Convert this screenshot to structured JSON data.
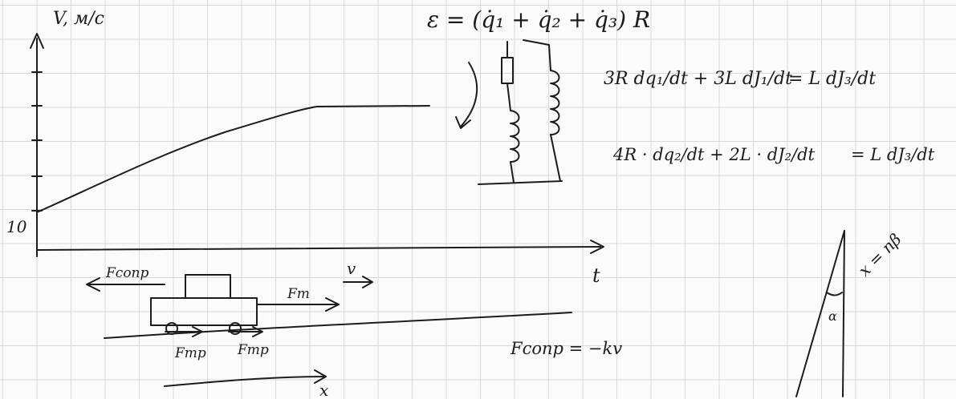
{
  "graph": {
    "y_axis_label": "V, м/с",
    "y_tick_label": "10",
    "x_axis_label": "t"
  },
  "cart": {
    "f_resist_label": "Fсопр",
    "velocity_label": "v",
    "f_traction_label": "Fт",
    "f_friction_label_1": "Fтр",
    "f_friction_label_2": "Fтр",
    "x_axis_label": "x"
  },
  "resistance_formula": "Fсопр = −kv",
  "circuit": {
    "emf_equation": "ε = (q̇₁ + q̇₂ + q̇₃) R",
    "eq1_lhs": "3R dq₁/dt + 3L dJ₁/dt",
    "eq1_rhs": "= L dJ₃/dt",
    "eq2_lhs": "4R · dq₂/dt + 2L · dJ₂/dt",
    "eq2_rhs": "= L dJ₃/dt"
  },
  "pendulum": {
    "arc_formula": "x = nβ",
    "angle_label": "α"
  }
}
